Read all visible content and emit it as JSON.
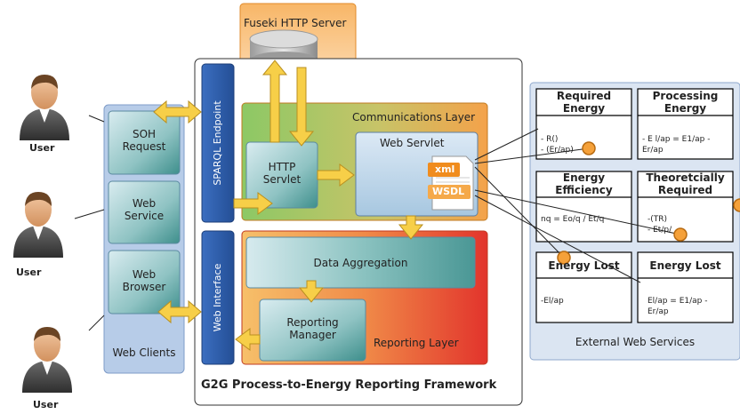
{
  "users": [
    "User",
    "User",
    "User"
  ],
  "web_clients": {
    "group_label": "Web Clients",
    "items": [
      "SOH\nRequest",
      "Web\nService",
      "Web\nBrowser"
    ]
  },
  "sparql_endpoint": "SPARQL Endpoint",
  "web_interface": "Web Interface",
  "fuseki": "Fuseki HTTP Server",
  "communications_layer": {
    "label": "Communications Layer",
    "http_servlet": "HTTP\nServlet",
    "web_servlet": "Web Servlet",
    "xml_tag": "xml",
    "wsdl_tag": "WSDL"
  },
  "reporting_layer": {
    "label": "Reporting Layer",
    "data_aggregation": "Data Aggregation",
    "reporting_manager": "Reporting\nManager"
  },
  "framework_title": "G2G Process-to-Energy Reporting Framework",
  "external": {
    "label": "External Web Services",
    "services": [
      {
        "title": "Required\nEnergy",
        "body": "- R()\n- (Er/ap)"
      },
      {
        "title": "Processing\nEnergy",
        "body": "- E l/ap = E1/ap -\nEr/ap"
      },
      {
        "title": "Energy\nEfficiency",
        "body": "nq = Eo/q / Et/q"
      },
      {
        "title": "Theoretcially\nRequired",
        "body": "-(TR)\n- Et/p/"
      },
      {
        "title": "Energy Lost",
        "body": "-El/ap"
      },
      {
        "title": "Energy Lost",
        "body": "El/ap = E1/ap -\nEr/ap"
      }
    ]
  },
  "colors": {
    "dark_blue": "#2e5ea8",
    "light_blue": "#dbe5f2",
    "orange_bg": "#f5a94a",
    "green": "#8ec868",
    "red": "#e2402e",
    "teal": "#4f9b9b",
    "arrow_yellow": "#f7cf48"
  }
}
